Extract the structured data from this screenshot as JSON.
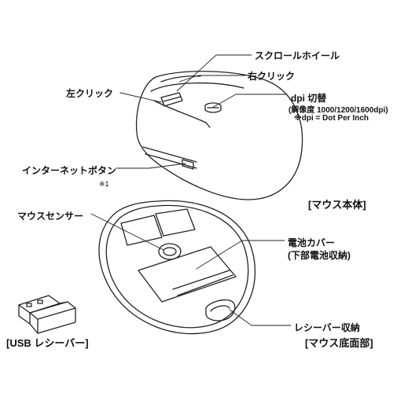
{
  "labels": {
    "scroll_wheel": "スクロールホイール",
    "right_click": "右クリック",
    "left_click": "左クリック",
    "dpi_switch": "dpi 切替",
    "dpi_resolution": "(解像度 1000/1200/1600dpi)",
    "dpi_note": "※dpi = Dot Per Inch",
    "internet_button": "インターネットボタン",
    "internet_note": "※1",
    "mouse_sensor": "マウスセンサー",
    "battery_cover": "電池カバー",
    "battery_cover_sub": "(下部電池収納)",
    "receiver_storage": "レシーバー収納"
  },
  "sections": {
    "mouse_body": "[マウス本体]",
    "mouse_bottom": "[マウス底面部]",
    "usb_receiver": "[USB レシーバー]"
  }
}
